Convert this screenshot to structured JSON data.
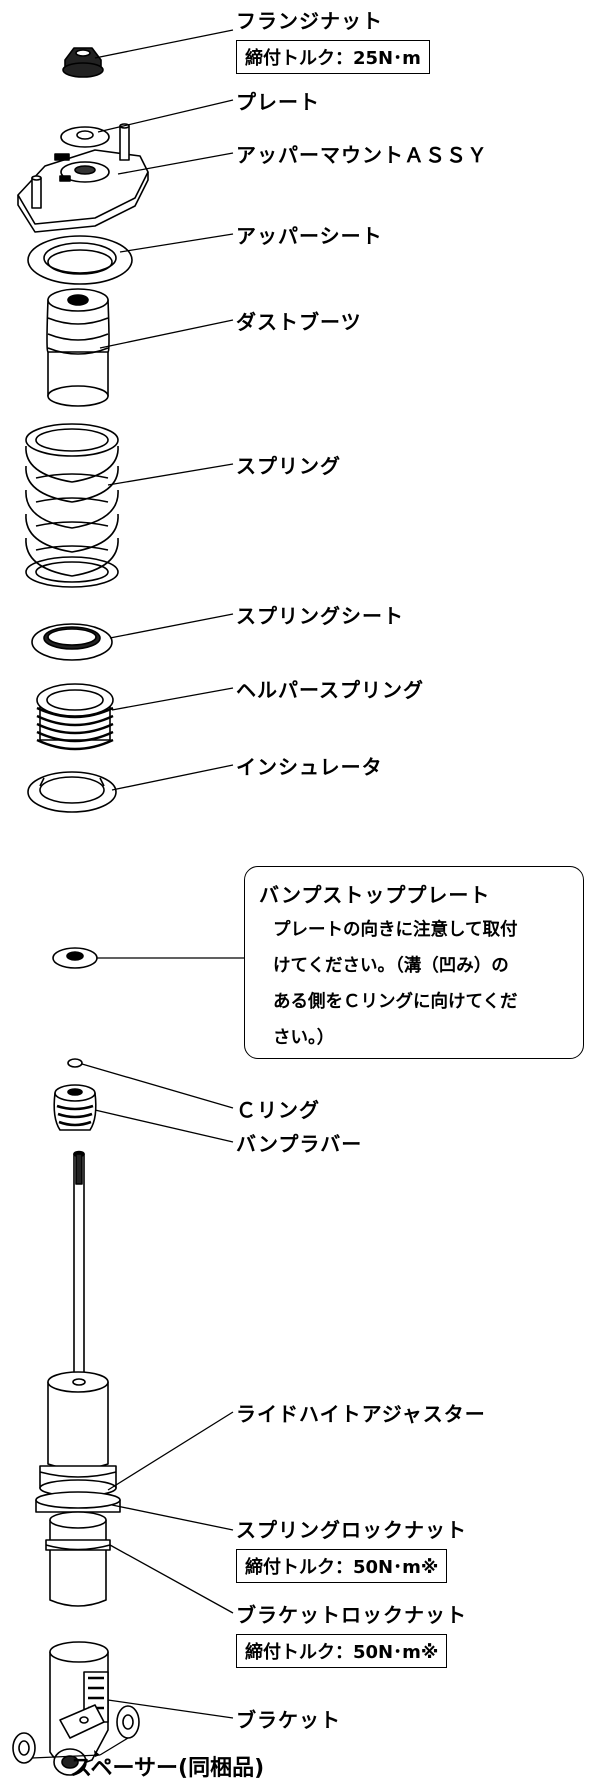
{
  "parts": {
    "flange_nut": "フランジナット",
    "plate": "プレート",
    "upper_mount": "アッパーマウントＡＳＳＹ",
    "upper_seat": "アッパーシート",
    "dust_boot": "ダストブーツ",
    "spring": "スプリング",
    "spring_seat": "スプリングシート",
    "helper_spring": "ヘルパースプリング",
    "insulator": "インシュレータ",
    "c_ring": "Ｃリング",
    "bump_rubber": "バンプラバー",
    "ride_height_adjuster": "ライドハイトアジャスター",
    "spring_lock_nut": "スプリングロックナット",
    "bracket_lock_nut": "ブラケットロックナット",
    "bracket": "ブラケット",
    "spacer": "スペーサー(同梱品)"
  },
  "torque": {
    "flange_nut": "締付トルク：25N･m",
    "spring_lock_nut": "締付トルク：50N･m※",
    "bracket_lock_nut": "締付トルク：50N･m※"
  },
  "note": {
    "title": "バンプストッププレート",
    "lines": [
      "プレートの向きに注意して取付",
      "けてください。（溝（凹み）の",
      "ある側をＣリングに向けてくだ",
      "さい。）"
    ]
  }
}
